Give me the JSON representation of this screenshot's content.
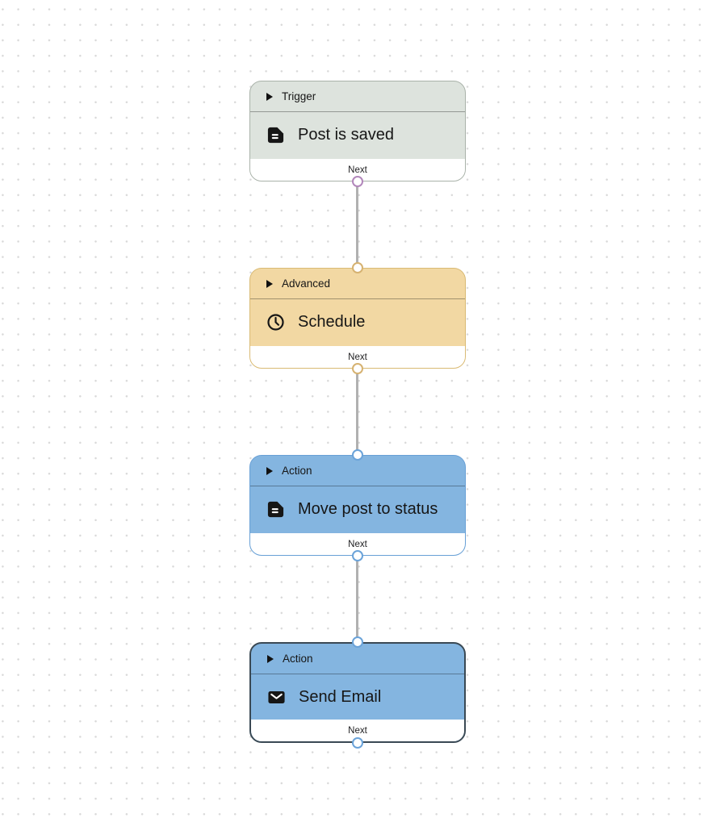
{
  "canvas": {
    "background_color": "#ffffff",
    "dot_color": "#d9d9d9",
    "edge_color": "#b1b1b1",
    "selected_border_color": "#3a4954"
  },
  "nodes": [
    {
      "category": "Trigger",
      "title": "Post is saved",
      "next_label": "Next",
      "icon": "document-icon",
      "color_bg": "#dde3dd",
      "color_border": "#a9b2a9",
      "color_handle": "#b287bb",
      "selected": false
    },
    {
      "category": "Advanced",
      "title": "Schedule",
      "next_label": "Next",
      "icon": "clock-icon",
      "color_bg": "#f2d8a3",
      "color_border": "#d9ba74",
      "color_handle": "#d6b271",
      "selected": false
    },
    {
      "category": "Action",
      "title": "Move post to status",
      "next_label": "Next",
      "icon": "document-icon",
      "color_bg": "#84b5e0",
      "color_border": "#68a0d6",
      "color_handle": "#6ba3d9",
      "selected": false
    },
    {
      "category": "Action",
      "title": "Send Email",
      "next_label": "Next",
      "icon": "envelope-icon",
      "color_bg": "#84b5e0",
      "color_border": "#3a4954",
      "color_handle": "#6ba3d9",
      "selected": true
    }
  ]
}
